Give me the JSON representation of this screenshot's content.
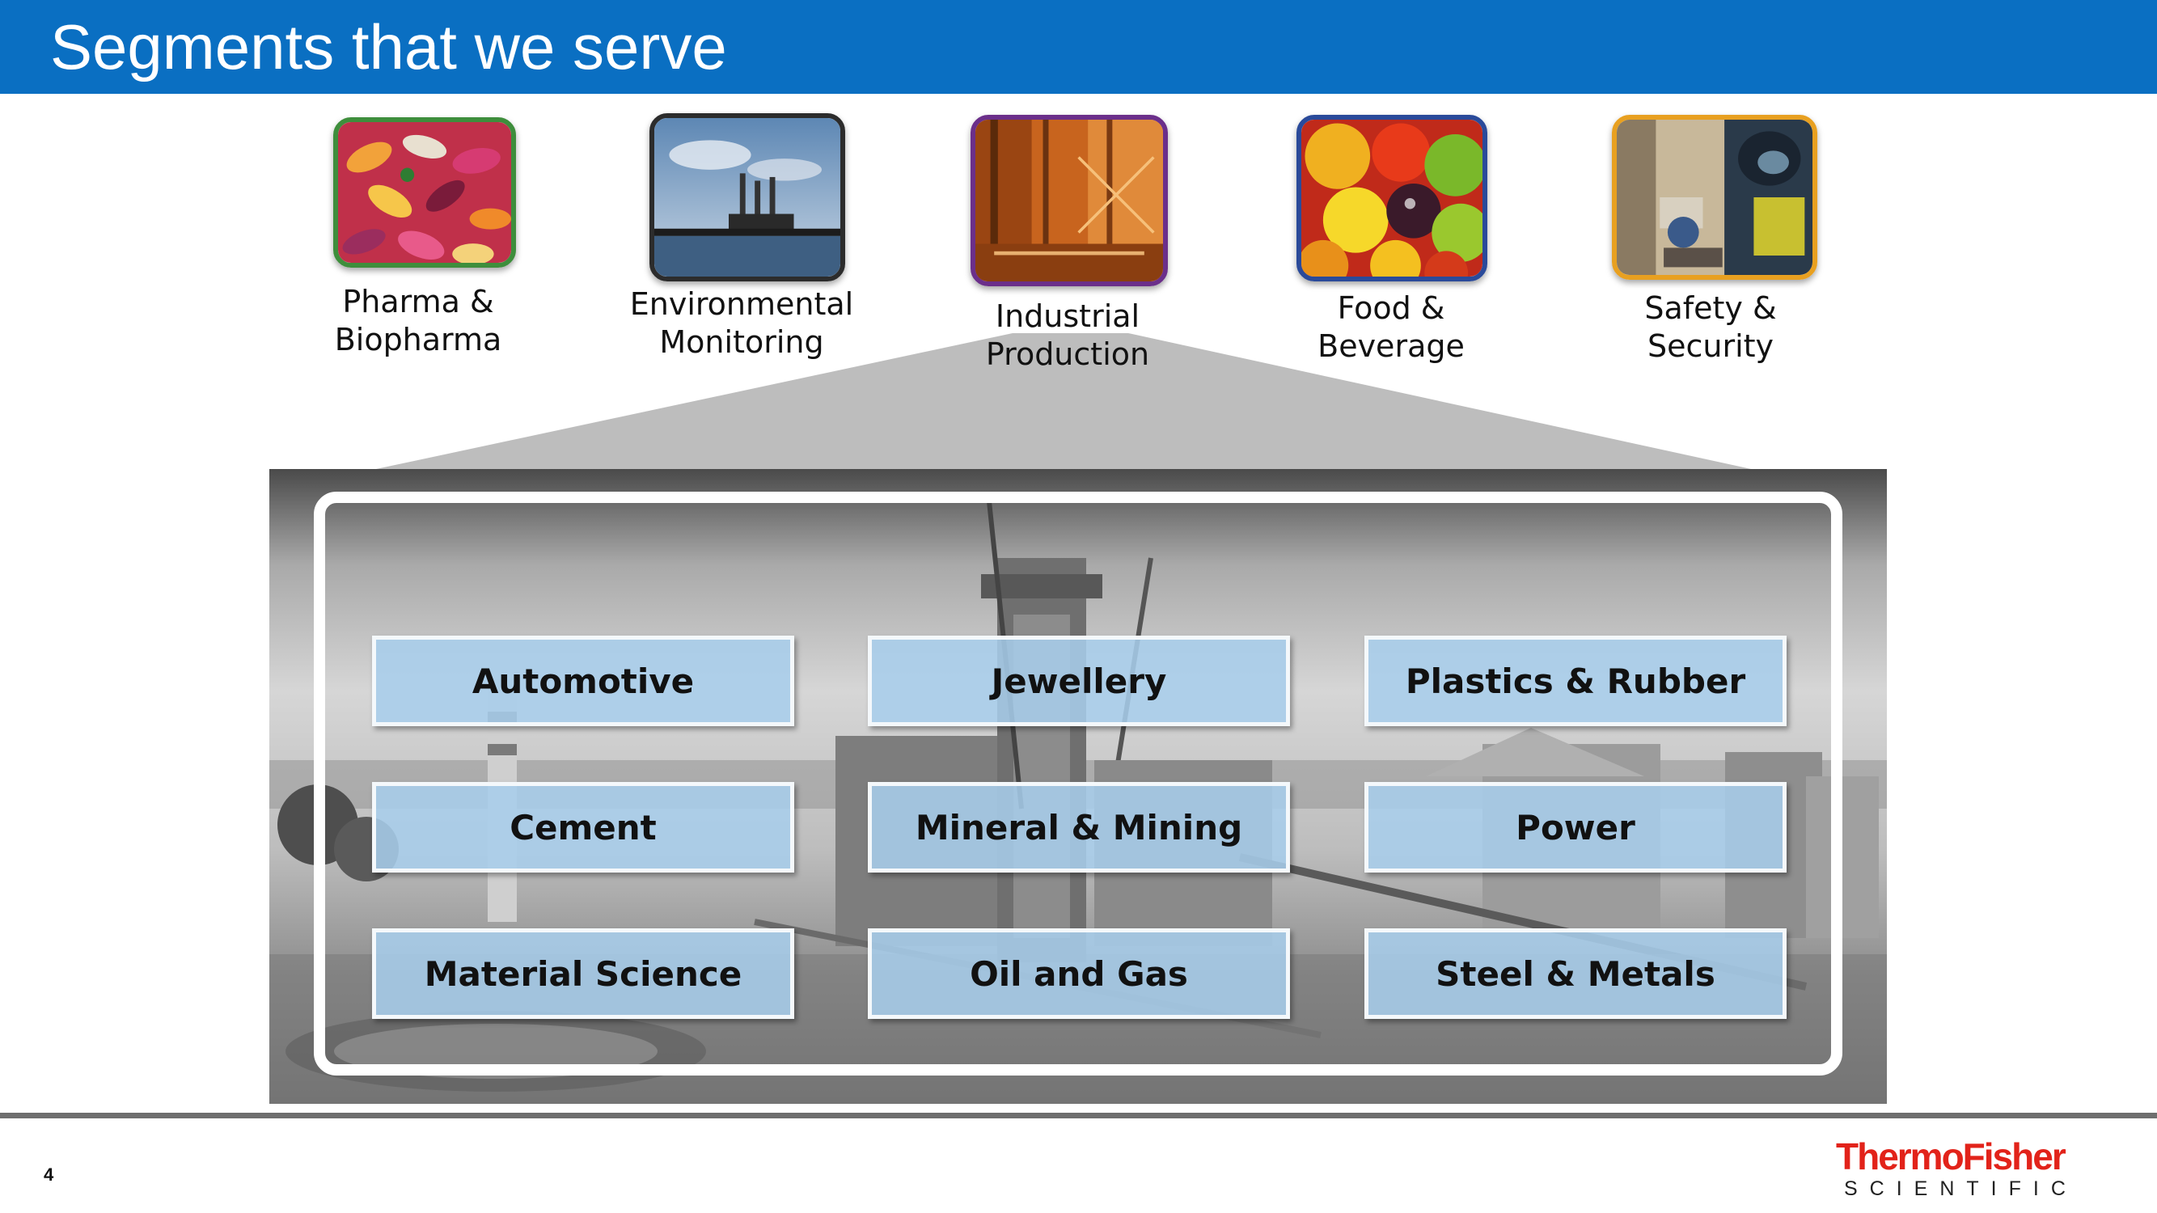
{
  "slide": {
    "title": "Segments that we serve",
    "page_number": "4"
  },
  "segments": [
    {
      "line1": "Pharma &",
      "line2": "Biopharma",
      "border_color": "#3e8e3c",
      "icon": "pills-photo-icon"
    },
    {
      "line1": "Environmental",
      "line2": "Monitoring",
      "border_color": "#2c2c2c",
      "icon": "smokestack-photo-icon"
    },
    {
      "line1": "Industrial",
      "line2": "Production",
      "border_color": "#6b2f8a",
      "icon": "factory-photo-icon"
    },
    {
      "line1": "Food &",
      "line2": "Beverage",
      "border_color": "#2a4a9a",
      "icon": "fruit-photo-icon"
    },
    {
      "line1": "Safety &",
      "line2": "Security",
      "border_color": "#e8a020",
      "icon": "safety-gear-photo-icon"
    }
  ],
  "industries": [
    "Automotive",
    "Jewellery",
    "Plastics & Rubber",
    "Cement",
    "Mineral & Mining",
    "Power",
    "Material Science",
    "Oil and Gas",
    "Steel & Metals"
  ],
  "logo": {
    "name": "ThermoFisher",
    "tagline": "SCIENTIFIC",
    "color": "#e2231a"
  },
  "colors": {
    "title_bar": "#0a6fc2",
    "tile_fill": "#a8ceec",
    "funnel": "#bdbdbd"
  }
}
